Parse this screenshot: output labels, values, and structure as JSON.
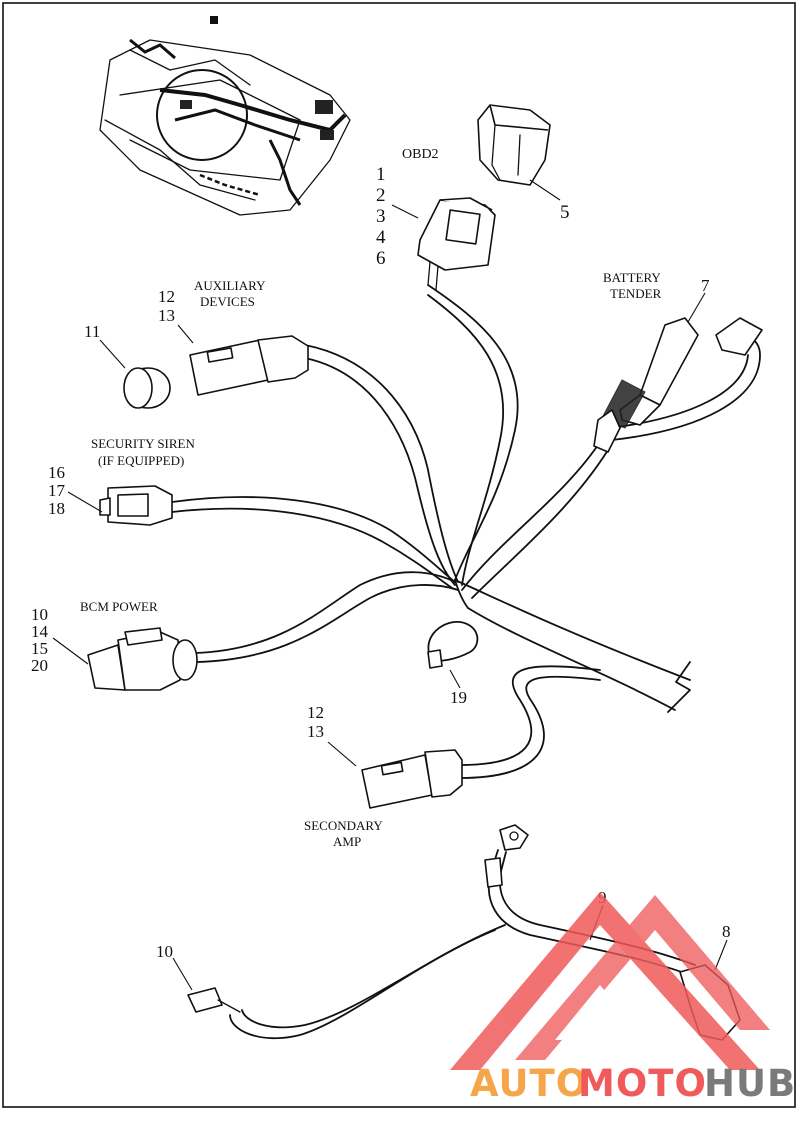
{
  "colors": {
    "watermark_red": "#f05a5a",
    "watermark_orange": "#f6a64a",
    "watermark_gray": "#7a7a7a"
  },
  "labels": {
    "obd2": "OBD2",
    "obd2_items": [
      "1",
      "2",
      "3",
      "4",
      "6"
    ],
    "item5": "5",
    "battery_tender": [
      "BATTERY",
      "TENDER"
    ],
    "item7": "7",
    "auxiliary_devices": [
      "AUXILIARY",
      "DEVICES"
    ],
    "aux_items": [
      "12",
      "13"
    ],
    "item11": "11",
    "security_siren": [
      "SECURITY SIREN",
      "(IF EQUIPPED)"
    ],
    "siren_items": [
      "16",
      "17",
      "18"
    ],
    "bcm_power": "BCM POWER",
    "bcm_items": [
      "10",
      "14",
      "15",
      "20"
    ],
    "item19": "19",
    "amp_items": [
      "12",
      "13"
    ],
    "secondary_amp": [
      "SECONDARY",
      "AMP"
    ],
    "item9": "9",
    "item8": "8",
    "item10": "10"
  },
  "watermark": {
    "auto": "AUTO",
    "moto": "MOTO",
    "hub": "HUB"
  }
}
